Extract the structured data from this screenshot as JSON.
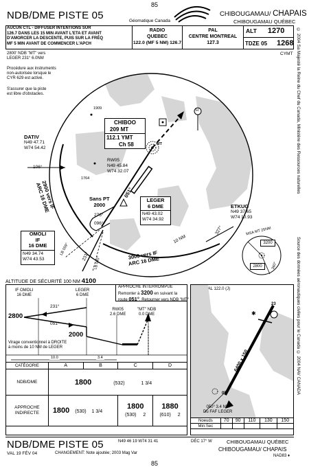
{
  "page": {
    "number_top": "85",
    "number_bottom": "85"
  },
  "header": {
    "title": "NDB/DME PISTE 05",
    "publisher": "Géomatique Canada",
    "airport_primary": "CHIBOUGAMAU/",
    "airport_primary_b": "CHAPAIS",
    "airport_secondary": "CHIBOUGAMAU QUÉBEC"
  },
  "remark_box": {
    "text1": "AUCUN CTL - DIFFUSER INTENTIONS SUR",
    "text2": "126.7 DANS LES 15 MIN AVANT L'ETA ET AVANT",
    "text3": "D'AMORCER LA DESCENTE, PUIS SUR LA FRÉQ",
    "text4": "MF 5 MIN AVANT DE COMMENCER L'APCH"
  },
  "radio_box": {
    "label": "RADIO",
    "name": "QUEBEC",
    "freq": "122.0 (MF 5 NM) 126.7"
  },
  "pal_box": {
    "label": "PAL",
    "name": "CENTRE MONTREAL",
    "freq": "127.3"
  },
  "alt_box": {
    "label": "ALT",
    "value": "1270"
  },
  "tdze_box": {
    "label": "TDZE",
    "runway": "05",
    "value": "1268"
  },
  "airport_code": "CYMT",
  "notes": {
    "ndb_line1": "2800' NDB \"MT\" vers",
    "ndb_line2": "LEGER 231° 6.0NM",
    "proc1": "Procédure aux instruments",
    "proc2": "non-autorisée lorsque le",
    "proc3": "CYR 629 est activé.",
    "assure1": "S'assurer que la piste",
    "assure2": "est libre d'obstacles."
  },
  "plan": {
    "chiboo_name": "CHIBOO",
    "chiboo_mt": "209 MT",
    "chiboo_freq": "112.1 YMT",
    "chiboo_ch": "Ch 58",
    "spot_1909": "1909",
    "rw05_name": "RW05",
    "rw05_lat": "N49 45.84",
    "rw05_lon": "W74 32.07",
    "spot_1764": "1764",
    "sans_pt": "Sans PT",
    "sans_pt_alt": "2000",
    "dativ_name": "DATIV",
    "dativ_lat": "N49 47.71",
    "dativ_lon": "W74 54.42",
    "crs_106": "106°",
    "arc16_a": "2900  vers  IF",
    "arc16_b": "ARC  16  DME",
    "leger_name": "LEGER",
    "leger_dme": "6 DME",
    "leger_lat": "N49 43.02",
    "leger_lon": "W74 34.92",
    "crs_051": "051°",
    "crs_276": "276°",
    "crs_096": "096°",
    "omoli_name": "OMOLI",
    "omoli_type": "IF",
    "omoli_dme": "16 DME",
    "omoli_lat": "N49 34.74",
    "omoli_lon": "W74 43.53",
    "lb059": "LB 059°",
    "crs_231": "231°",
    "lb045": "LB 045°",
    "arc3000_a": "3000  vers  IF",
    "arc3000_b": "ARC  16  DME",
    "ten_nm": "10 NM",
    "crs_327": "327°",
    "etkug_name": "ETKUG",
    "etkug_lat": "N49 37.65",
    "etkug_lon": "W74 10.93",
    "msa_label": "MSA  MT  25NM",
    "msa_3200": "3200",
    "msa_2800": "2800",
    "msa_360": "360°",
    "ndb_mt": "MT",
    "north_h": "H"
  },
  "safety_alt": {
    "label": "ALTITUDE DE SÉCURITÉ 100 NM",
    "value": "4100"
  },
  "missed": {
    "title": "APPROCHE INTERROMPUE",
    "line1a": "Remonter à ",
    "line1b": "3200",
    "line1c": " en suivant la",
    "line2a": "route ",
    "line2b": "051°",
    "line2c": ". Retourner vers NDB \"MT\""
  },
  "profile": {
    "if_label": "IF OMOLI",
    "if_dme": "16 DME",
    "leger_label": "LEGER",
    "leger_dme": "6 DME",
    "rw05_label": "RW05",
    "rw05_dme": "2.6 DME",
    "mt_label": "\"MT\" NDB",
    "mt_dme": "0.0 DME",
    "alt_2800": "2800",
    "alt_2000": "2000",
    "crs_231": "231°",
    "crs_051": "051°",
    "virage1": "Virage conventionnel à DROITE",
    "virage2": "à moins de 10 NM de LEGER",
    "dist_10": "10.0",
    "dist_34": "3.4"
  },
  "minima": {
    "headers": [
      "CATÉGORIE",
      "A",
      "B",
      "C",
      "D"
    ],
    "ndb_label": "NDB/DME",
    "ndb_value": "1800",
    "ndb_paren": "(532)",
    "ndb_vis": "1  3/4",
    "circ_label1": "APPROCHE",
    "circ_label2": "INDIRECTE",
    "circ_ab_value": "1800",
    "circ_ab_paren": "(530)",
    "circ_ab_vis": "1  3/4",
    "circ_c_value": "1800",
    "circ_c_paren": "(530)",
    "circ_c_vis": "2",
    "circ_d_value": "1880",
    "circ_d_paren": "(610)",
    "circ_d_vis": "2"
  },
  "aerodrome": {
    "arcal": "ARCAL 122.0 (J)",
    "rwy_label": "6400 x 150",
    "rwy_05": "05",
    "rwy_23": "23",
    "faf_dist": "050°  3.4 NM",
    "faf_label": "Du FAF LEGER",
    "noeuds_label": "Noeuds",
    "speeds": [
      "70",
      "90",
      "110",
      "130",
      "150"
    ],
    "minsec_label": "Min:Sec"
  },
  "footer": {
    "title": "NDB/DME PISTE 05",
    "coords": "N49 46 19  W74 31 41",
    "dec": "DÉC 17° W",
    "airport_a": "CHIBOUGAMAU QUÉBEC",
    "airport_b": "CHIBOUGAMAU/ CHAPAIS",
    "val": "VAL 19 FÉV 04",
    "change": "CHANGEMENT: Note ajoutée; 2003 Mag Var",
    "chart_id": "NAD83 ♦"
  },
  "side_text": {
    "left": "© 2004 Sa Majesté la Reine du Chef du Canada, Ministère des Ressources naturelles",
    "right": "Source des données aéronautiques civiles pour le Canada  © 2004 NAV CANADA"
  },
  "colors": {
    "land": "#d9d9d9",
    "ink": "#000000"
  }
}
